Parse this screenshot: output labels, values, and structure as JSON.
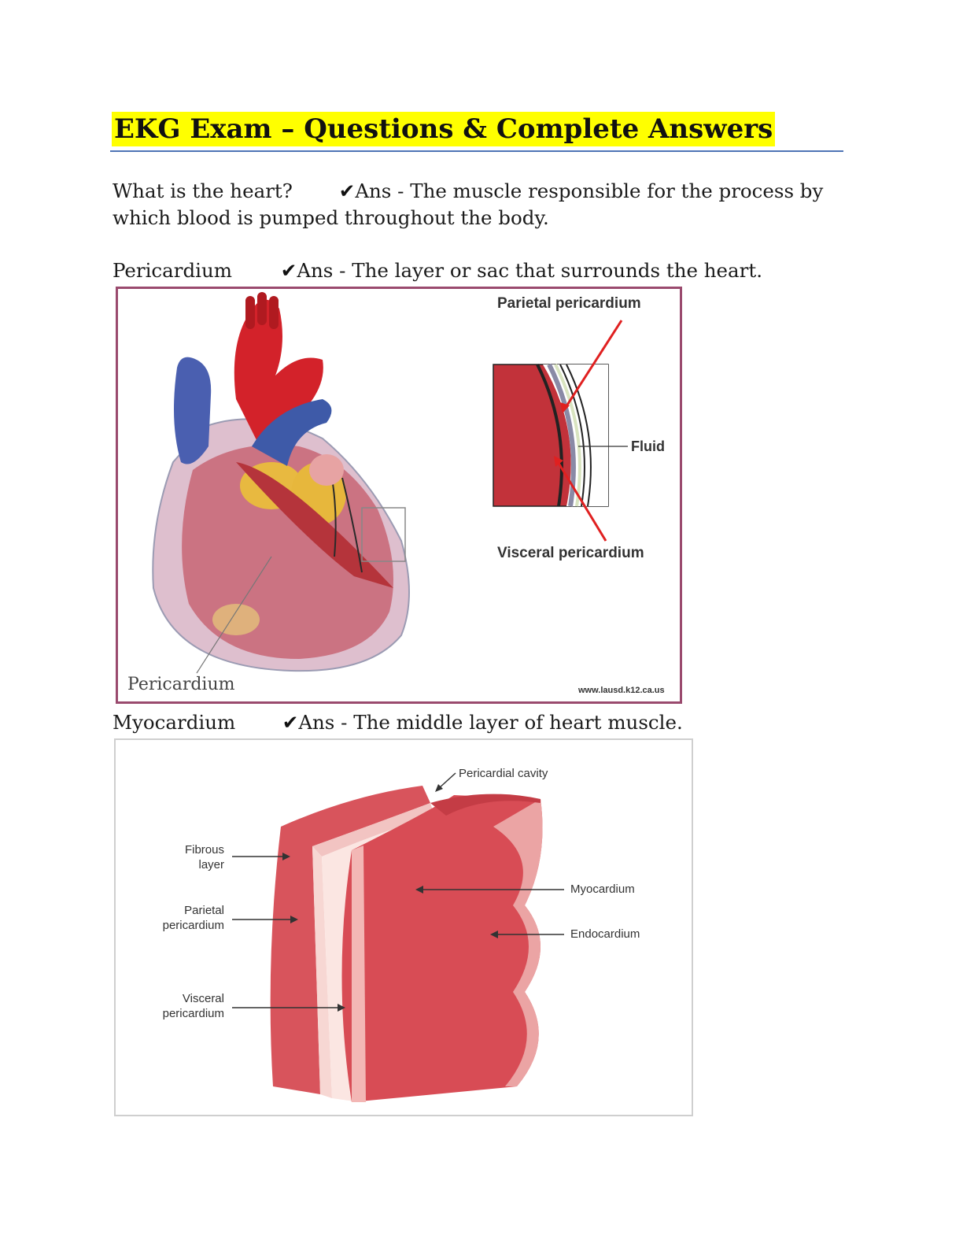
{
  "title": "EKG Exam – Questions & Complete Answers",
  "qa": [
    {
      "question": "What is the heart?",
      "check": "✔",
      "answer_prefix": "Ans  -  ",
      "answer": "The muscle responsible for the process by",
      "answer_cont": "which blood is pumped throughout the body."
    },
    {
      "question": "Pericardium",
      "check": "✔",
      "answer_prefix": "Ans  -  ",
      "answer": "The layer or sac that surrounds the heart."
    },
    {
      "question": "Myocardium",
      "check": "✔",
      "answer_prefix": "Ans  -  ",
      "answer": "The middle layer of heart muscle."
    }
  ],
  "figure1": {
    "label_parietal": "Parietal pericardium",
    "label_fluid": "Fluid",
    "label_visceral": "Visceral pericardium",
    "label_pericardium": "Pericardium",
    "credit": "www.lausd.k12.ca.us"
  },
  "figure2": {
    "label_cavity": "Pericardial cavity",
    "label_fibrous_1": "Fibrous",
    "label_fibrous_2": "layer",
    "label_parietal_1": "Parietal",
    "label_parietal_2": "pericardium",
    "label_visceral_1": "Visceral",
    "label_visceral_2": "pericardium",
    "label_myocardium": "Myocardium",
    "label_endocardium": "Endocardium"
  }
}
